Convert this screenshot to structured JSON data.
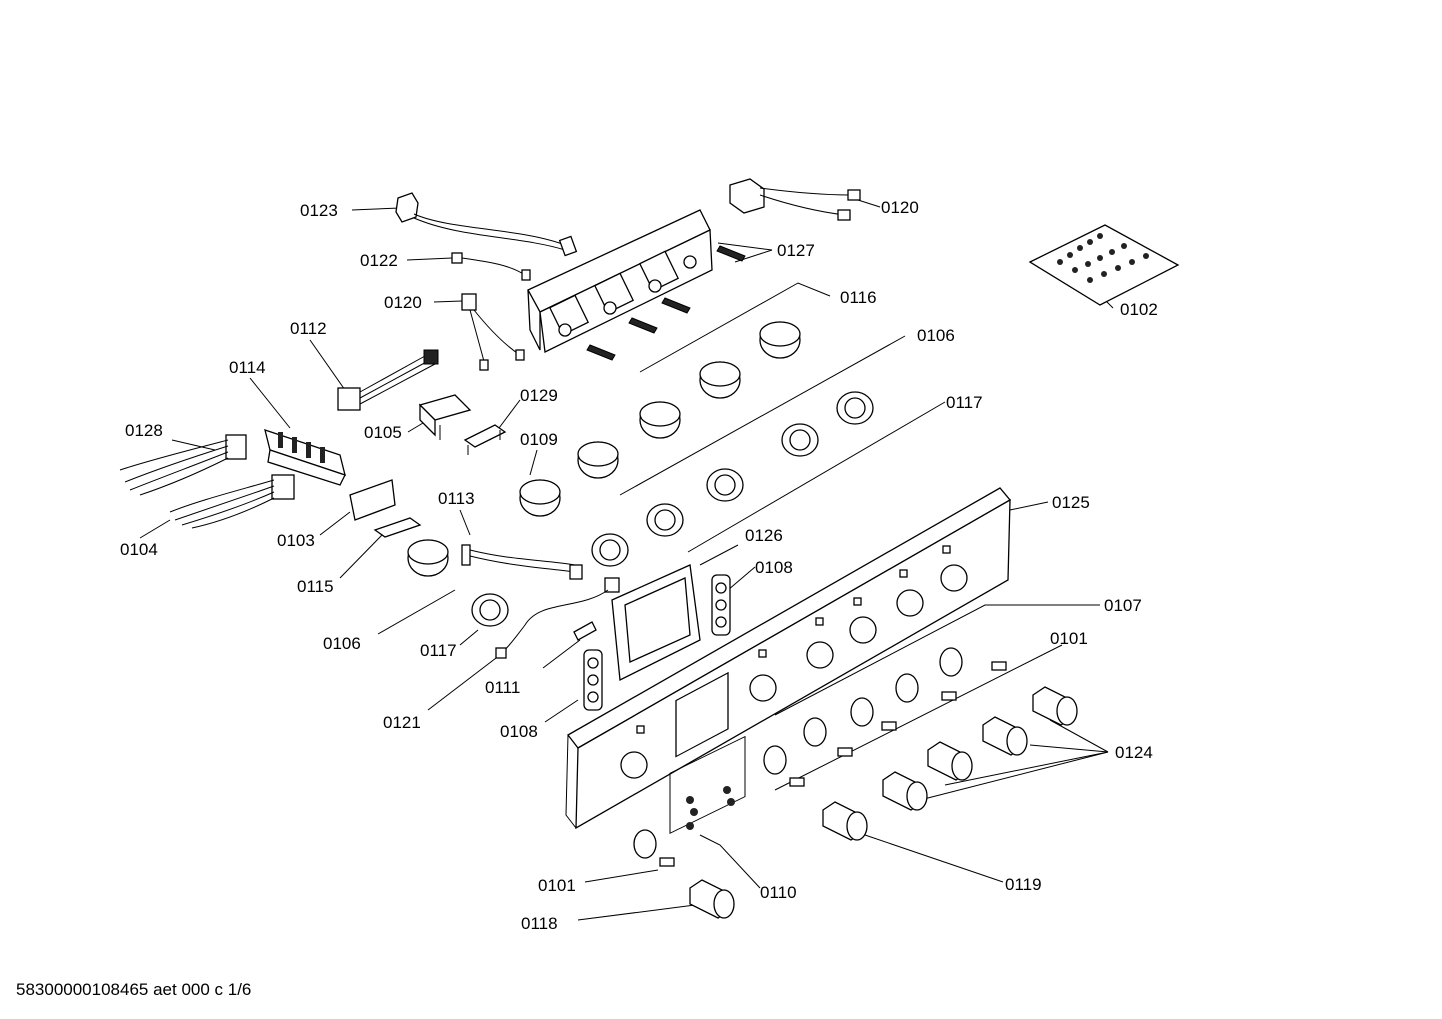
{
  "labels": {
    "l0123": "0123",
    "l0120a": "0120",
    "l0122": "0122",
    "l0127": "0127",
    "l0120b": "0120",
    "l0116": "0116",
    "l0102": "0102",
    "l0112": "0112",
    "l0106a": "0106",
    "l0114": "0114",
    "l0129": "0129",
    "l0117a": "0117",
    "l0128": "0128",
    "l0105": "0105",
    "l0109": "0109",
    "l0113": "0113",
    "l0125": "0125",
    "l0104": "0104",
    "l0103": "0103",
    "l0126": "0126",
    "l0108a": "0108",
    "l0115": "0115",
    "l0107": "0107",
    "l0106b": "0106",
    "l0117b": "0117",
    "l0101a": "0101",
    "l0111": "0111",
    "l0121": "0121",
    "l0108b": "0108",
    "l0124": "0124",
    "l0119": "0119",
    "l0101b": "0101",
    "l0110": "0110",
    "l0118": "0118"
  },
  "footer": "58300000108465 aet 000 c 1/6"
}
